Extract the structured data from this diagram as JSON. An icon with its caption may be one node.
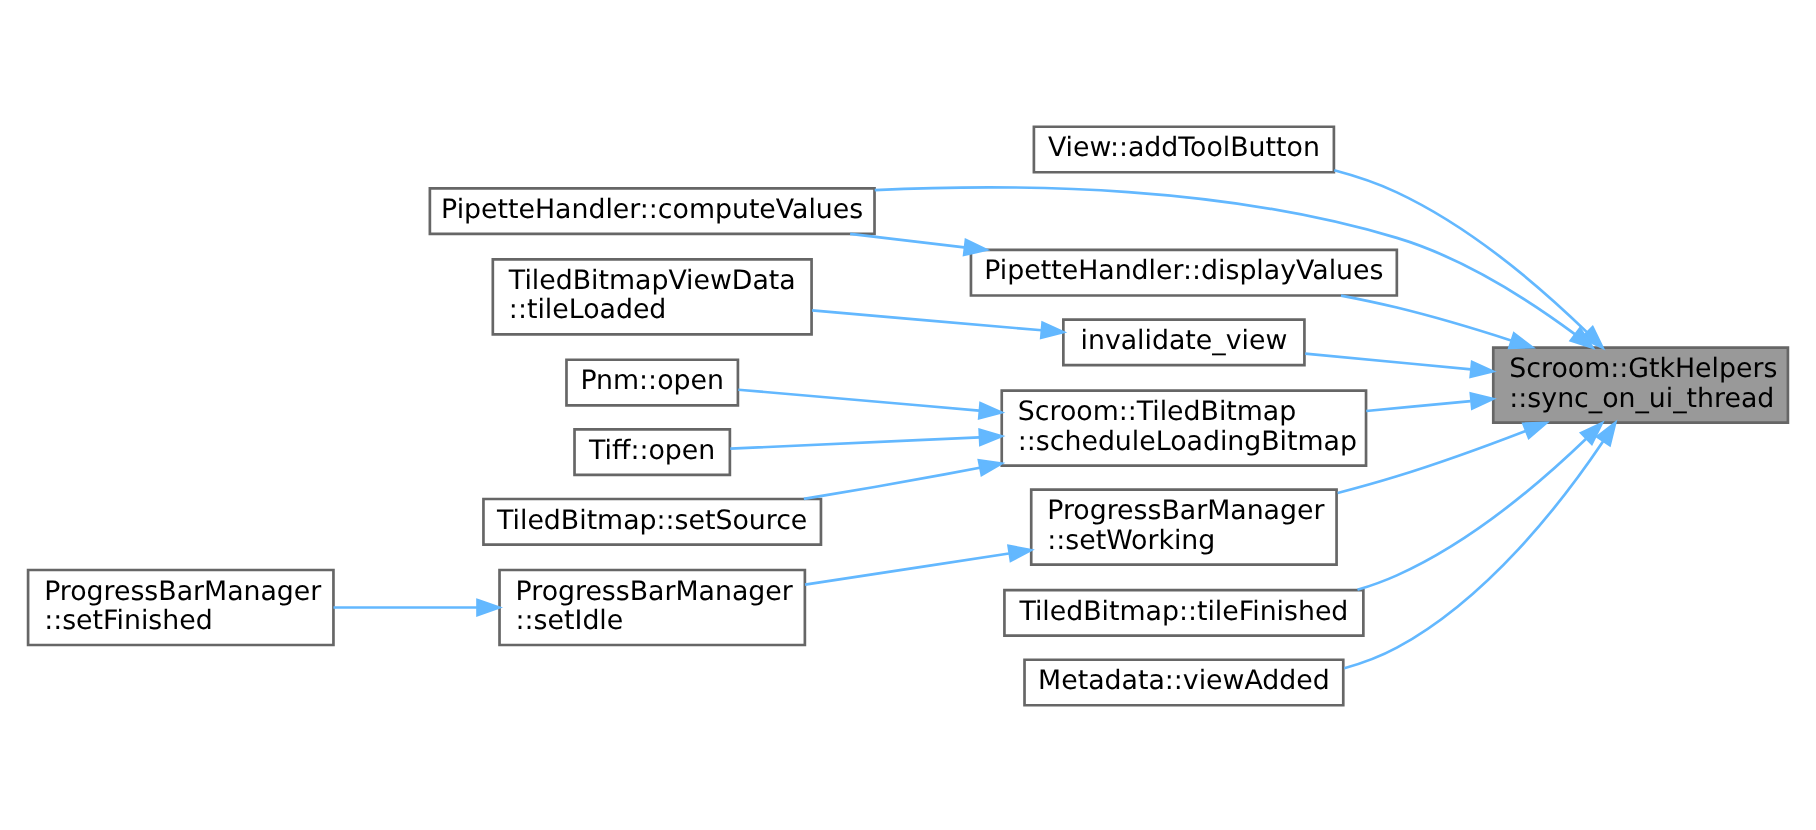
{
  "diagram": {
    "nodes": [
      {
        "text": [
          "Scroom::GtkHelpers ::sync_on_ui_thread"
        ]
      },
      {
        "text": [
          "View::addToolButton"
        ]
      },
      {
        "text": [
          "PipetteHandler::computeValues"
        ]
      },
      {
        "text": [
          "PipetteHandler::displayValues"
        ]
      },
      {
        "text": [
          "TiledBitmapViewData ::tileLoaded"
        ]
      },
      {
        "text": [
          "invalidate_view"
        ]
      },
      {
        "text": [
          "Pnm::open"
        ]
      },
      {
        "text": [
          "Tiff::open"
        ]
      },
      {
        "text": [
          "TiledBitmap::setSource"
        ]
      },
      {
        "text": [
          "Scroom::TiledBitmap ::scheduleLoadingBitmap"
        ]
      },
      {
        "text": [
          "ProgressBarManager ::setFinished"
        ]
      },
      {
        "text": [
          "ProgressBarManager ::setIdle"
        ]
      },
      {
        "text": [
          "ProgressBarManager ::setWorking"
        ]
      },
      {
        "text": [
          "TiledBitmap::tileFinished"
        ]
      },
      {
        "text": [
          "Metadata::viewAdded"
        ]
      }
    ],
    "edges": [
      {
        "from": 1,
        "to": 0,
        "arrow": "to"
      },
      {
        "from": 2,
        "to": 0,
        "arrow": "to"
      },
      {
        "from": 2,
        "to": 3,
        "arrow": "to"
      },
      {
        "from": 3,
        "to": 0,
        "arrow": "to"
      },
      {
        "from": 4,
        "to": 5,
        "arrow": "to"
      },
      {
        "from": 5,
        "to": 0,
        "arrow": "to"
      },
      {
        "from": 6,
        "to": 9,
        "arrow": "to"
      },
      {
        "from": 7,
        "to": 9,
        "arrow": "to"
      },
      {
        "from": 8,
        "to": 9,
        "arrow": "to"
      },
      {
        "from": 9,
        "to": 0,
        "arrow": "to"
      },
      {
        "from": 12,
        "to": 0,
        "arrow": "to"
      },
      {
        "from": 11,
        "to": 12,
        "arrow": "to"
      },
      {
        "from": 10,
        "to": 11,
        "arrow": "to"
      },
      {
        "from": 13,
        "to": 0,
        "arrow": "to"
      },
      {
        "from": 14,
        "to": 0,
        "arrow": "to"
      }
    ]
  }
}
